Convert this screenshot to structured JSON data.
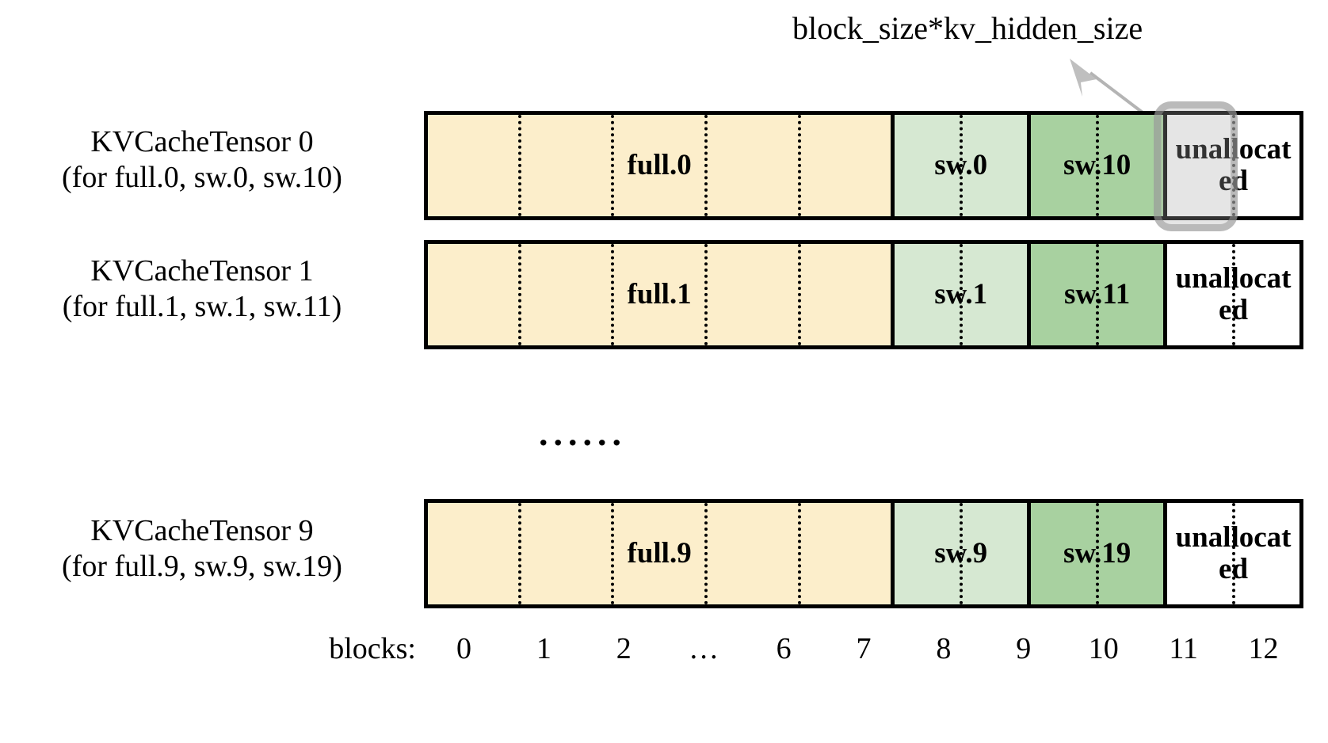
{
  "callout": {
    "text": "block_size*kv_hidden_size",
    "arrow_color": "#b0b0b0"
  },
  "colors": {
    "full_fill": "#fceecb",
    "sw_light_fill": "#d6e8d2",
    "sw_dark_fill": "#a8d1a0",
    "unallocated_fill": "#ffffff",
    "border": "#000000",
    "highlight": "#aaaaaa"
  },
  "rows": [
    {
      "title": "KVCacheTensor 0",
      "subtitle": "(for full.0, sw.0, sw.10)",
      "segments": [
        {
          "label": "full.0",
          "kind": "full",
          "blocks": 7
        },
        {
          "label": "sw.0",
          "kind": "sw-light",
          "blocks": 2
        },
        {
          "label": "sw.10",
          "kind": "sw-dark",
          "blocks": 2
        },
        {
          "label": "unallocated",
          "kind": "unalloc",
          "blocks": 2
        }
      ]
    },
    {
      "title": "KVCacheTensor 1",
      "subtitle": "(for full.1, sw.1, sw.11)",
      "segments": [
        {
          "label": "full.1",
          "kind": "full",
          "blocks": 7
        },
        {
          "label": "sw.1",
          "kind": "sw-light",
          "blocks": 2
        },
        {
          "label": "sw.11",
          "kind": "sw-dark",
          "blocks": 2
        },
        {
          "label": "unallocated",
          "kind": "unalloc",
          "blocks": 2
        }
      ]
    },
    {
      "title": "KVCacheTensor 9",
      "subtitle": "(for full.9, sw.9, sw.19)",
      "segments": [
        {
          "label": "full.9",
          "kind": "full",
          "blocks": 7
        },
        {
          "label": "sw.9",
          "kind": "sw-light",
          "blocks": 2
        },
        {
          "label": "sw.19",
          "kind": "sw-dark",
          "blocks": 2
        },
        {
          "label": "unallocated",
          "kind": "unalloc",
          "blocks": 2
        }
      ]
    }
  ],
  "row_ellipsis": "......",
  "axis": {
    "title": "blocks:",
    "ticks": [
      "0",
      "1",
      "2",
      "…",
      "6",
      "7",
      "8",
      "9",
      "10",
      "11",
      "12"
    ]
  }
}
